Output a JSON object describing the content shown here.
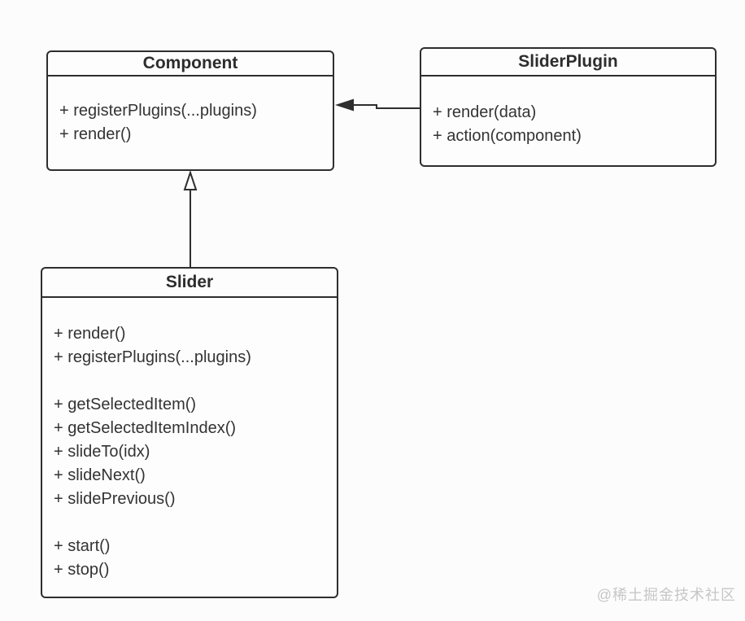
{
  "classes": {
    "component": {
      "title": "Component",
      "methods": [
        "+ registerPlugins(...plugins)",
        "+ render()"
      ]
    },
    "sliderPlugin": {
      "title": "SliderPlugin",
      "methods": [
        "+ render(data)",
        "+ action(component)"
      ]
    },
    "slider": {
      "title": "Slider",
      "methods": [
        "+ render()",
        "+ registerPlugins(...plugins)",
        "",
        "+ getSelectedItem()",
        "+ getSelectedItemIndex()",
        "+ slideTo(idx)",
        "+ slideNext()",
        "+ slidePrevious()",
        "",
        "+ start()",
        "+ stop()"
      ]
    }
  },
  "relations": [
    {
      "from": "SliderPlugin",
      "to": "Component",
      "type": "directed-association",
      "arrowhead": "filled"
    },
    {
      "from": "Slider",
      "to": "Component",
      "type": "generalization",
      "arrowhead": "hollow-triangle"
    }
  ],
  "watermark": "@稀土掘金技术社区",
  "colors": {
    "line": "#2e2e2e",
    "text": "#333333",
    "background": "#fcfcfc",
    "watermark": "#c6c6c6"
  }
}
